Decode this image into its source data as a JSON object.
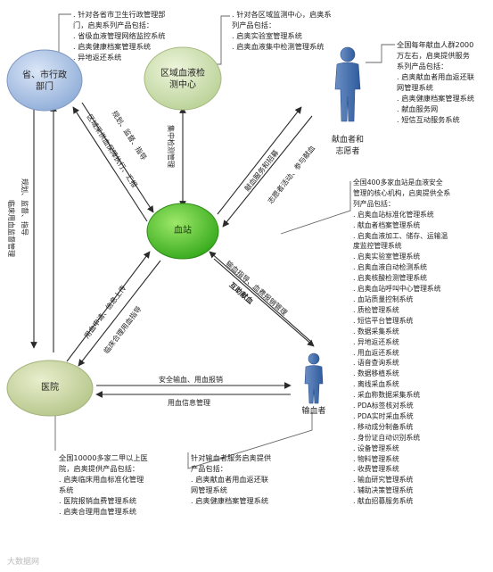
{
  "nodes": {
    "province": "省、市行政\n部门",
    "regional_center": "区域血液检\n测中心",
    "blood_station": "血站",
    "hospital": "医院",
    "donor": "献血者和\n志愿者",
    "recipient": "输血者"
  },
  "notes": {
    "province": ". 针对各省市卫生行政管理部\n门，启奥系列产品包括：\n. 省级血液管理网络监控系统\n. 启奥健康档案管理系统\n. 异地返还系统",
    "regional_center": ". 针对各区域监测中心，启奥系\n列产品包括：\n. 启奥实验室管理系统\n. 启奥血液集中检测管理系统",
    "donor": "全国每年献血人群2000\n万左右，启奥提供服务\n系列产品包括：\n. 启奥献血者用血返还联\n网管理系统\n. 启奥健康档案管理系统\n. 献血服务网\n. 短信互动服务系统",
    "blood_station": "全国400多家血站是血液安全\n管理的核心机构，启奥提供全系\n列产品包括：\n. 启奥血站标准化管理系统\n. 献血者档案管理系统\n. 启奥血液加工、储存、运输温\n度监控管理系统\n. 启奥实验室管理系统\n. 启奥血液自动检测系统\n. 启奥核酸检测管理系统\n. 启奥血站呼叫中心管理系统\n. 血站质量控制系统\n. 质检管理系统\n. 短信平台管理系统\n. 数据采集系统\n. 异地返还系统\n. 用血返还系统\n. 语音查询系统\n. 数据移植系统\n. 离线采血系统\n. 采血称数据采集系统\n. PDA标签核对系统\n. PDA实时采血系统\n. 移动成分制备系统\n. 身份证自动识别系统\n. 设备管理系统\n. 物料管理系统\n. 收费管理系统\n. 输血研究管理系统\n. 辅助决策管理系统\n. 献血招募服务系统",
    "hospital": "全国10000多家二甲以上医\n院，启奥提供产品包括：\n. 启奥临床用血标准化管理\n系统\n. 医院报销血费管理系统\n. 启奥合理用血管理系统",
    "recipient": "针对输血者服务启奥提供\n产品包括：\n. 启奥献血者用血返还联\n网管理系统\n. 启奥健康档案管理系统"
  },
  "edges": {
    "province_to_station_a": "规划、监督、指导",
    "province_to_station_b": "区域采供血保障执行、汇报",
    "center_station": "集中检测管理",
    "station_donor_a": "献血服务和招募",
    "station_donor_b": "志愿者活动、参与献血",
    "province_hospital_a": "规划、监督、指导",
    "province_hospital_b": "临床用血监督管理",
    "hospital_station_a": "用血申请、信息上传",
    "hospital_station_b": "临床合理用血指导",
    "station_recipient_a": "输血指导、血费报销管理",
    "station_recipient_b": "互助献血",
    "hospital_recipient_a": "安全输血、用血报销",
    "hospital_recipient_b": "用血信息管理"
  },
  "watermark": "大数据网"
}
